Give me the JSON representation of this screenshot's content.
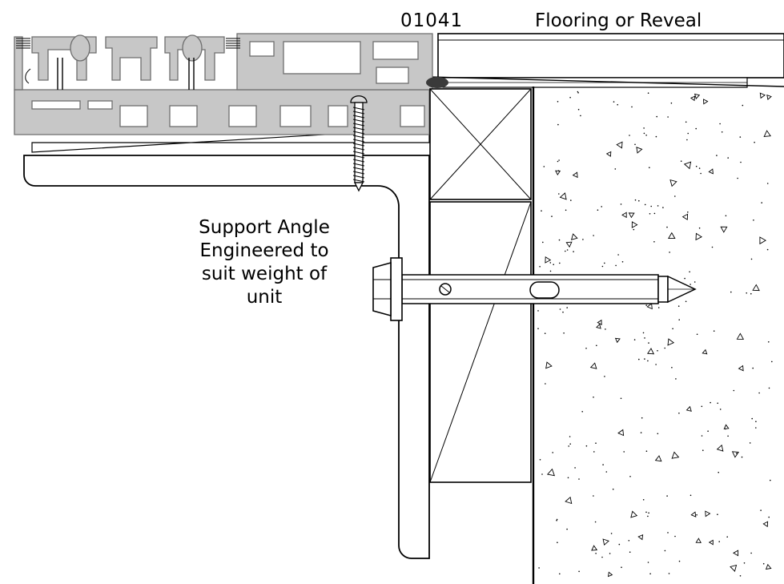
{
  "labels": {
    "code": "01041",
    "flooring": "Flooring or Reveal",
    "support_lines": [
      "Support Angle",
      "Engineered to",
      "suit weight of",
      "unit"
    ]
  },
  "colors": {
    "line": "#000000",
    "profile_fill": "#c7c7c7",
    "profile_stroke": "#6e6e6e",
    "seal": "#3a3a3a",
    "background": "#ffffff"
  },
  "icons": {
    "screw": "wood-screw",
    "bolt": "expansion-anchor-bolt",
    "nut": "hex-nut"
  }
}
